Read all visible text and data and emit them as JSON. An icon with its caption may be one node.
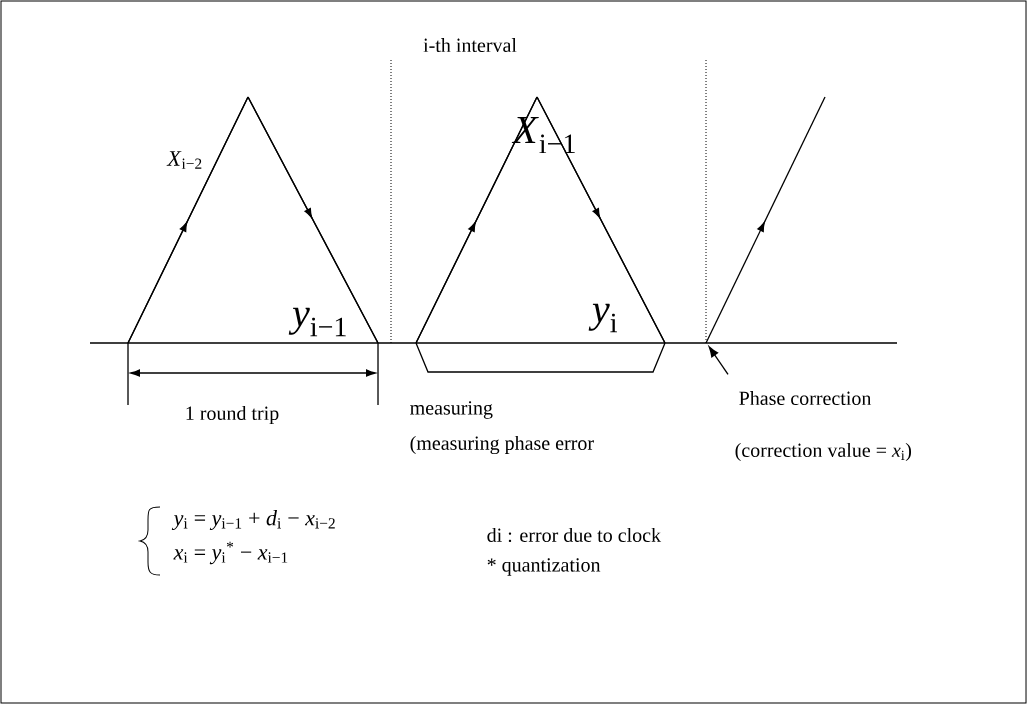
{
  "diagram": {
    "nodes": [
      {
        "text": [
          "Phase correction"
        ]
      },
      {
        "text": [],
        "shape": "line"
      }
    ],
    "edges": [
      {
        "from": 0,
        "to": 1,
        "arrow": "to"
      }
    ],
    "labels": [
      "i-th interval",
      "*X*$_{i−2}$",
      "*X*$_{i−1}$",
      "*y*$_{i−1}$",
      "*y*$_{i}$",
      "1 round trip",
      "measuring",
      "(measuring phase error",
      "(correction value = *x*$_{i}$)",
      "*y*$_{i}$ = *y*$_{i−1}$ + *d*$_{i}$ − *x*$_{i−2}$",
      "*x*$_{i}$ = *y*$_{i}$$^{*}$ − *x*$_{i−1}$",
      "di : error due to clock",
      "* quantization"
    ]
  }
}
